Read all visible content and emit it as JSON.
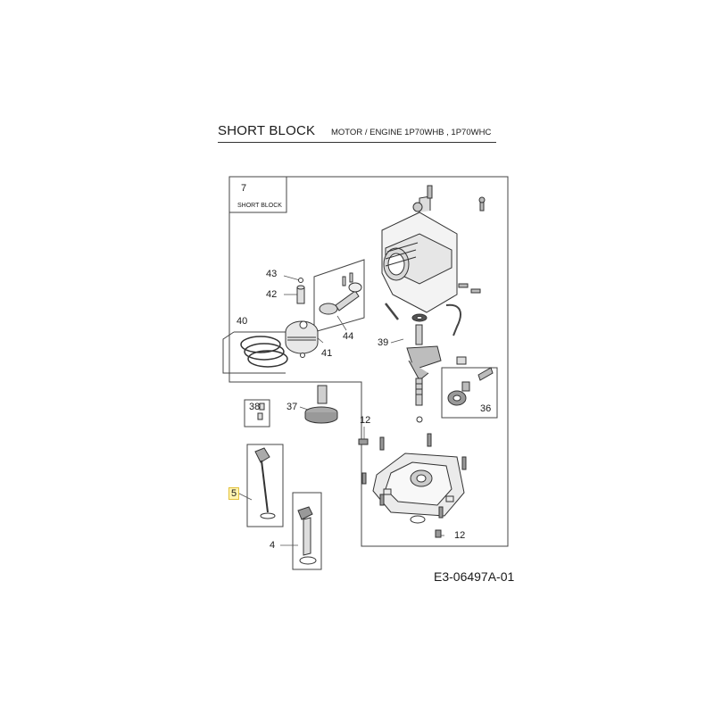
{
  "header": {
    "title": "SHORT BLOCK",
    "subtitle": "MOTOR / ENGINE   1P70WHB , 1P70WHC"
  },
  "assembly": {
    "number": "7",
    "label": "SHORT BLOCK"
  },
  "callouts": {
    "c43": "43",
    "c42": "42",
    "c40": "40",
    "c41": "41",
    "c44": "44",
    "c39": "39",
    "c38": "38",
    "c37": "37",
    "c36": "36",
    "c12a": "12",
    "c12b": "12",
    "c5": "5",
    "c4": "4"
  },
  "footer": {
    "drawing_code": "E3-06497A-01"
  }
}
